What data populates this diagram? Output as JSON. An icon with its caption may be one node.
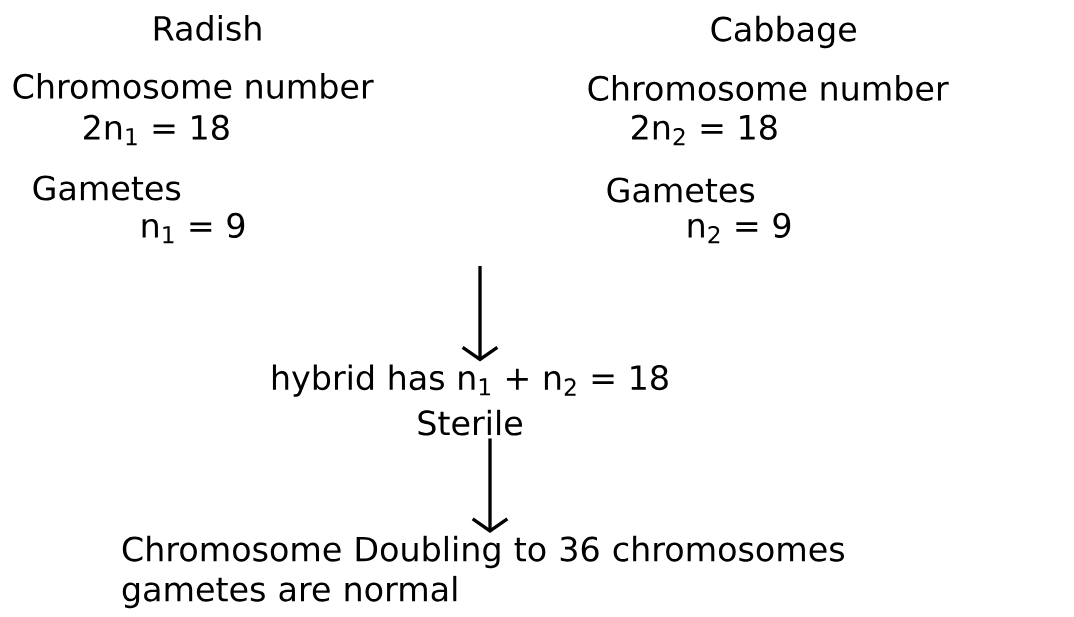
{
  "diagram": {
    "nodes": [
      {
        "text": [
          "hybrid has n$_{1}$ + n$_{2}$ = 18",
          "Sterile"
        ]
      },
      {
        "text": [
          "Chromosome Doubling to 36 chromosomes gametes are normal"
        ]
      }
    ],
    "edges": [
      {
        "from": null,
        "to": 0,
        "arrow": "to"
      },
      {
        "from": 0,
        "to": 1,
        "arrow": "to"
      }
    ],
    "labels": [
      "Radish",
      "Cabbage",
      "Chromosome number",
      "Chromosome number",
      "2n$_{1}$ = 18",
      "2n$_{2}$ = 18",
      "Gametes",
      "Gametes",
      "n$_{1}$ = 9",
      "n$_{2}$ = 9"
    ]
  }
}
